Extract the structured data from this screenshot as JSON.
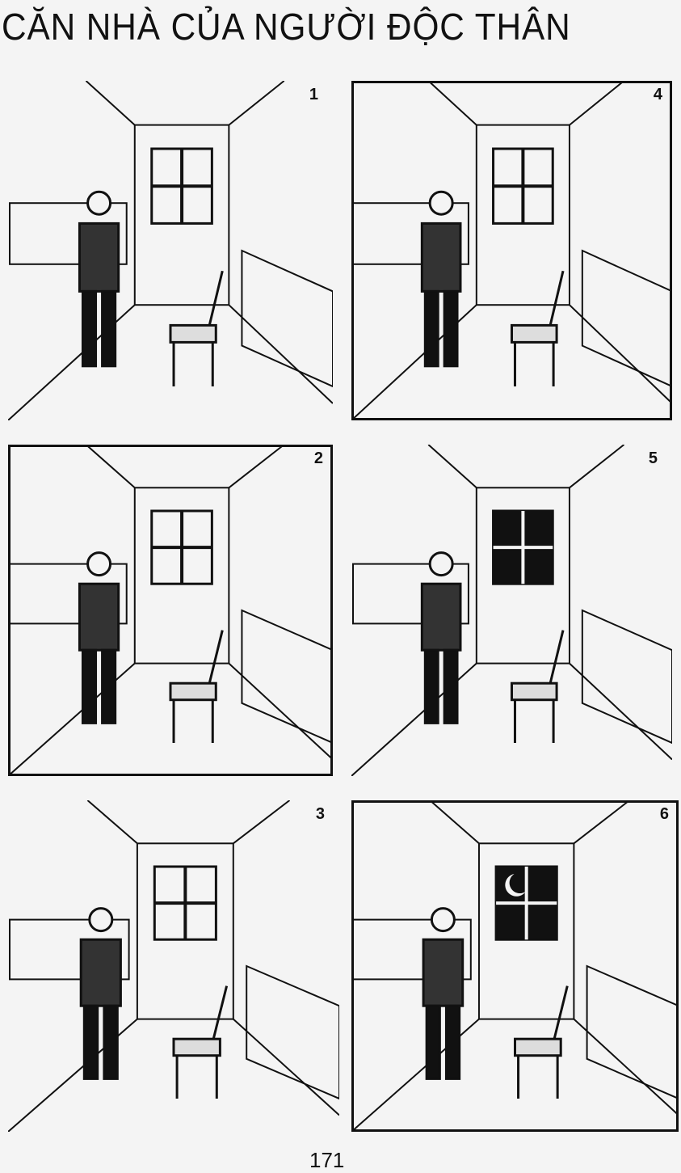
{
  "title": "CĂN NHÀ CỦA NGƯỜI ĐỘC THÂN",
  "page_number": "171",
  "panels": [
    {
      "number": "1",
      "window": "day"
    },
    {
      "number": "2",
      "window": "day"
    },
    {
      "number": "3",
      "window": "day"
    },
    {
      "number": "4",
      "window": "day"
    },
    {
      "number": "5",
      "window": "night"
    },
    {
      "number": "6",
      "window": "night-moon"
    }
  ]
}
